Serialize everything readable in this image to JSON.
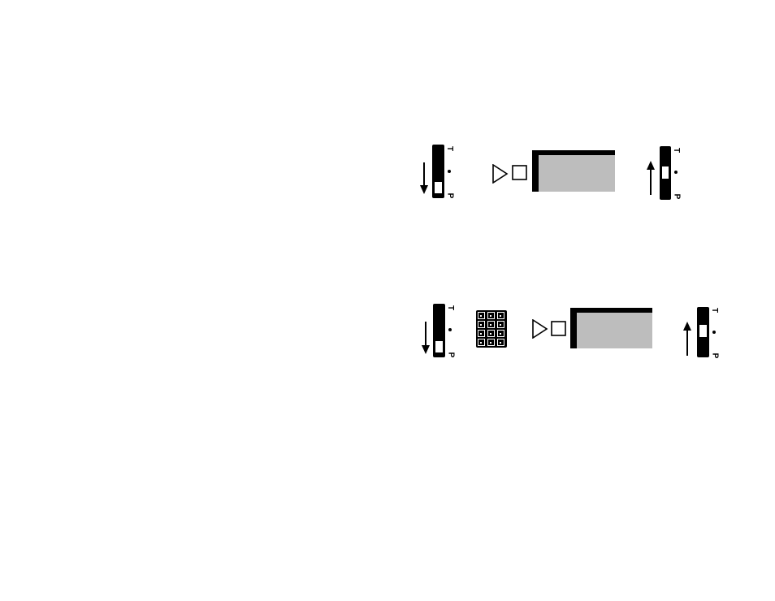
{
  "switch_labels": {
    "top": "T",
    "bottom": "P"
  },
  "rows": [
    {
      "name": "row-1",
      "left_switch": {
        "position": "P",
        "arrow": "down"
      },
      "has_keypad": false,
      "play_stop": {
        "play": "play-icon",
        "stop": "stop-icon"
      },
      "right_switch": {
        "position": "center",
        "arrow": "up"
      }
    },
    {
      "name": "row-2",
      "left_switch": {
        "position": "P",
        "arrow": "down"
      },
      "has_keypad": true,
      "play_stop": {
        "play": "play-icon",
        "stop": "stop-icon"
      },
      "right_switch": {
        "position": "center",
        "arrow": "up"
      }
    }
  ],
  "colors": {
    "display_fill": "#bdbdbd",
    "ink": "#000000",
    "background": "#ffffff"
  }
}
